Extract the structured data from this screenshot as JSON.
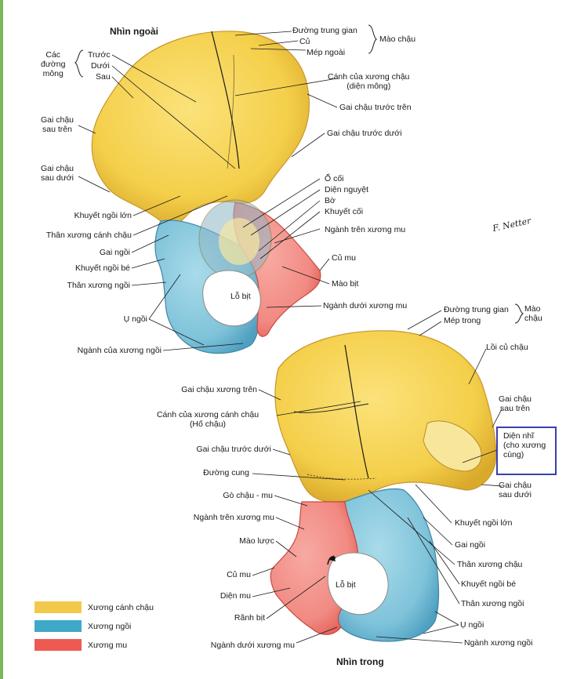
{
  "outer_view": {
    "title": "Nhìn ngoài",
    "labels": {
      "gluteal_lines": "Các\nđường\nmông",
      "anterior": "Trước",
      "inferior": "Dưới",
      "posterior": "Sau",
      "intermediate_zone": "Đường trung gian",
      "tubercle": "Củ",
      "outer_lip": "Mép ngoài",
      "iliac_crest": "Mào chậu",
      "wing_gluteal": "Cánh của xương chậu\n(diện mông)",
      "asis": "Gai chậu trước trên",
      "aiis": "Gai chậu trước dưới",
      "psis": "Gai chậu\nsau trên",
      "piis": "Gai chậu\nsau dưới",
      "acetabulum": "Ổ cối",
      "lunate_surface": "Diện nguyệt",
      "margin": "Bờ",
      "acetabular_notch": "Khuyết cối",
      "superior_pubic_ramus": "Ngành trên xương mu",
      "greater_sciatic_notch": "Khuyết ngồi lớn",
      "body_ilium": "Thân xương cánh chậu",
      "ischial_spine": "Gai ngồi",
      "lesser_sciatic_notch": "Khuyết ngồi bé",
      "body_ischium": "Thân xương ngồi",
      "pubic_tubercle": "Củ mu",
      "pubic_crest": "Mào bịt",
      "obturator_foramen": "Lỗ bịt",
      "inferior_pubic_ramus": "Ngành dưới xương mu",
      "ischial_tuberosity": "Ụ ngồi",
      "ischial_ramus": "Ngành của xương ngồi"
    }
  },
  "inner_view": {
    "title": "Nhìn trong",
    "labels": {
      "intermediate_zone": "Đường trung gian",
      "inner_lip": "Mép trong",
      "iliac_crest": "Mào\nchậu",
      "iliac_tuberosity": "Lồi củ chậu",
      "asis": "Gai chậu xương trên",
      "wing_fossa": "Cánh của xương cánh chậu\n(Hố chậu)",
      "aiis": "Gai chậu trước dưới",
      "psis": "Gai chậu\nsau trên",
      "auricular_surface": "Diện nhĩ\n(cho xương\ncùng)",
      "piis": "Gai chậu\nsau dưới",
      "arcuate_line": "Đường cung",
      "iliopubic_eminence": "Gò chậu - mu",
      "superior_pubic_ramus": "Ngành trên xương mu",
      "pecten_pubis": "Mào lược",
      "greater_sciatic_notch": "Khuyết ngồi lớn",
      "ischial_spine": "Gai ngồi",
      "body_ilium": "Thân xương chậu",
      "pubic_tubercle": "Củ mu",
      "symphyseal_surface": "Diện mu",
      "obturator_groove": "Rãnh bịt",
      "obturator_foramen": "Lỗ bịt",
      "lesser_sciatic_notch": "Khuyết ngồi bé",
      "body_ischium": "Thân xương ngồi",
      "ischial_tuberosity": "Ụ ngồi",
      "inferior_pubic_ramus": "Ngành dưới xương mu",
      "ischial_ramus": "Ngành xương ngồi"
    }
  },
  "legend": [
    {
      "label": "Xương cánh chậu",
      "color": "#f2c94c"
    },
    {
      "label": "Xương ngồi",
      "color": "#3fa8c8"
    },
    {
      "label": "Xương mu",
      "color": "#ee5a52"
    }
  ],
  "signature": "F. Netter",
  "colors": {
    "ilium": "#f4cf4a",
    "ilium_shade": "#e3b436",
    "ischium": "#7fc3da",
    "ischium_shade": "#4f9fc0",
    "pubis": "#f18a82",
    "pubis_shade": "#e25b52",
    "highlight_box": "#3a3fb0"
  }
}
